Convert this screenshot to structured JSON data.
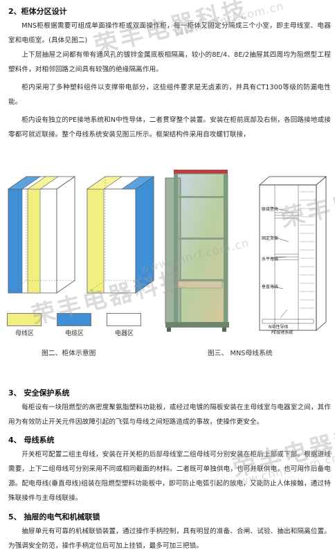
{
  "section2": {
    "title": "2、柜体分区设计",
    "p1": "MNS柜根据需要可组成单面操作柜或双面操作柜，每一柜体又固定分隔成三个小室，即主母线室、电器室和电缆室。(具体见图二)",
    "p2": "上下层抽屉之间都有带有通风孔的镀锌金属底板相隔离，较小的8E/4、8E/2抽屉其四周均为阻燃型工程塑料件，对相邻回路之间具有较强的绝缘隔离作用。",
    "p3": "柜内采用了多种塑料组件以支撑带电部分，这些组件要求是无卤素的，并具有CT1300等级的防漏电性能。",
    "p4": "柜内设有独立的PE接地系统和N中性导体，二者贯穿整个装置。安装在柜前底部及右侧，各回路接地或接零都可就近联接。整个母线系统安装见图三所示。框架结构件采用自攻螺钉联接，"
  },
  "figure": {
    "legend": [
      {
        "label": "母线区",
        "color": "#f1ef80"
      },
      {
        "label": "电缆区",
        "color": "#3f8fd6"
      },
      {
        "label": "电器区",
        "color": "#ffffff"
      }
    ],
    "caption2": "图二、柜体示意图",
    "caption3": "图三、 MNS母线系统",
    "annotations": {
      "a1": "联接垫块",
      "a2": "固定支架",
      "a3": "水平母线",
      "a4": "垂直母线",
      "a5": "N中性导体",
      "a6": "PE接地系统"
    }
  },
  "section3": {
    "title": "3、 安全保护系统",
    "p1": "每柜设有一块阻燃型的高密度聚氨脂塑料功能板，或经过电镀的隔板安装在主母线室与电器室之间，其作用为有效防止开关元件因故障引起的飞弧与母线之间短路造成的事故，使操作更安全。"
  },
  "section4": {
    "title": "4、 母线系统",
    "p1": "开关柜可配置二组主母线，安装在开关柜的后部母线室二组母线可分别安装在柜后上部或下部。根据进线需要，上下二组母线可分别采用不同或相同截面的材料。二者既可单独供电，也可并联供电，也可用作后备电源。配电母线(垂直母线)组装在阻燃型塑料功能板中，即可防止电弧引起的放电，又能防止人体接触，通过特殊联接件与主母线联接。"
  },
  "section5": {
    "title": "5、 抽屉的电气和机械联锁",
    "p1": "抽屉单元有可靠的机械联锁装置，通过操作手柄控制，具有明显的准备、合闸、试验、抽出和隔离位置。为强调安全防范，操作手柄定位后可加上挂锁，最多可加三把锁。"
  },
  "watermark": {
    "cn": "荣丰电器科技",
    "url": "www.chnrf.com.cn"
  }
}
